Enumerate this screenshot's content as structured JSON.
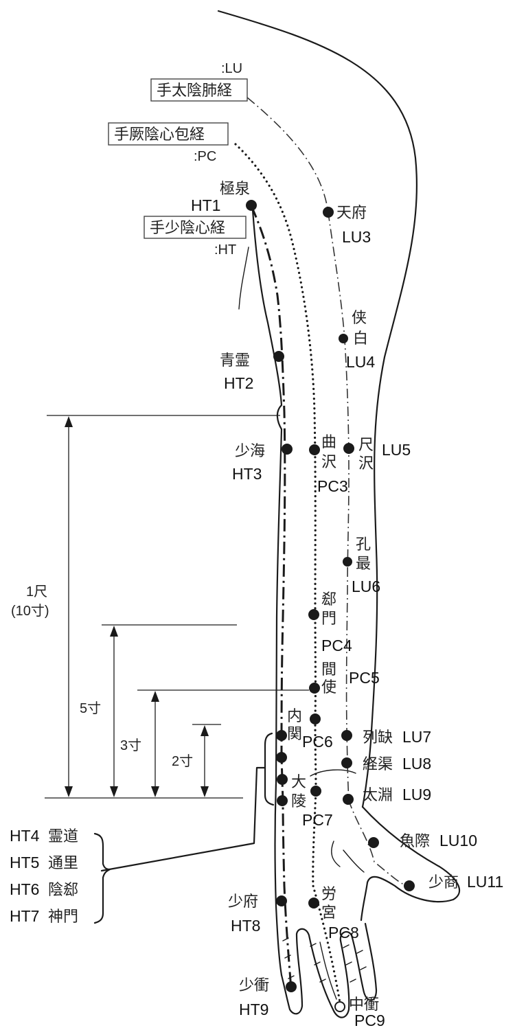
{
  "meridians": {
    "lu": {
      "abbr": ":LU",
      "name": "手太陰肺経"
    },
    "pc": {
      "abbr": ":PC",
      "name": "手厥陰心包経"
    },
    "ht": {
      "abbr": ":HT",
      "name": "手少陰心経"
    }
  },
  "points": {
    "ht1": {
      "name": "極泉",
      "code": "HT1"
    },
    "ht2": {
      "name": "青霊",
      "code": "HT2"
    },
    "ht3": {
      "name": "少海",
      "code": "HT3"
    },
    "ht8": {
      "name": "少府",
      "code": "HT8"
    },
    "ht9": {
      "name": "少衝",
      "code": "HT9"
    },
    "lu3": {
      "name": "天府",
      "code": "LU3"
    },
    "lu4": {
      "name_1": "侠",
      "name_2": "白",
      "code": "LU4"
    },
    "lu5": {
      "name_1": "尺",
      "name_2": "沢",
      "code": "LU5"
    },
    "lu6": {
      "name_1": "孔",
      "name_2": "最",
      "code": "LU6"
    },
    "lu7": {
      "name": "列缺",
      "code": "LU7"
    },
    "lu8": {
      "name": "経渠",
      "code": "LU8"
    },
    "lu9": {
      "name": "太淵",
      "code": "LU9"
    },
    "lu10": {
      "name": "魚際",
      "code": "LU10"
    },
    "lu11": {
      "name": "少商",
      "code": "LU11"
    },
    "pc3": {
      "name_1": "曲",
      "name_2": "沢",
      "code": "PC3"
    },
    "pc4": {
      "name_1": "郄",
      "name_2": "門",
      "code": "PC4"
    },
    "pc5": {
      "name_1": "間",
      "name_2": "使",
      "code": "PC5"
    },
    "pc6": {
      "name_1": "内",
      "name_2": "関",
      "code": "PC6"
    },
    "pc7": {
      "name_1": "大",
      "name_2": "陵",
      "code": "PC7"
    },
    "pc8": {
      "name_1": "労",
      "name_2": "宮",
      "code": "PC8"
    },
    "pc9": {
      "name": "中衝",
      "code": "PC9"
    }
  },
  "wrist_group": [
    {
      "code": "HT4",
      "name": "霊道"
    },
    {
      "code": "HT5",
      "name": "通里"
    },
    {
      "code": "HT6",
      "name": "陰郄"
    },
    {
      "code": "HT7",
      "name": "神門"
    }
  ],
  "measurements": {
    "one_shaku_1": "1尺",
    "one_shaku_2": "(10寸)",
    "five_sun": "5寸",
    "three_sun": "3寸",
    "two_sun": "2寸"
  }
}
